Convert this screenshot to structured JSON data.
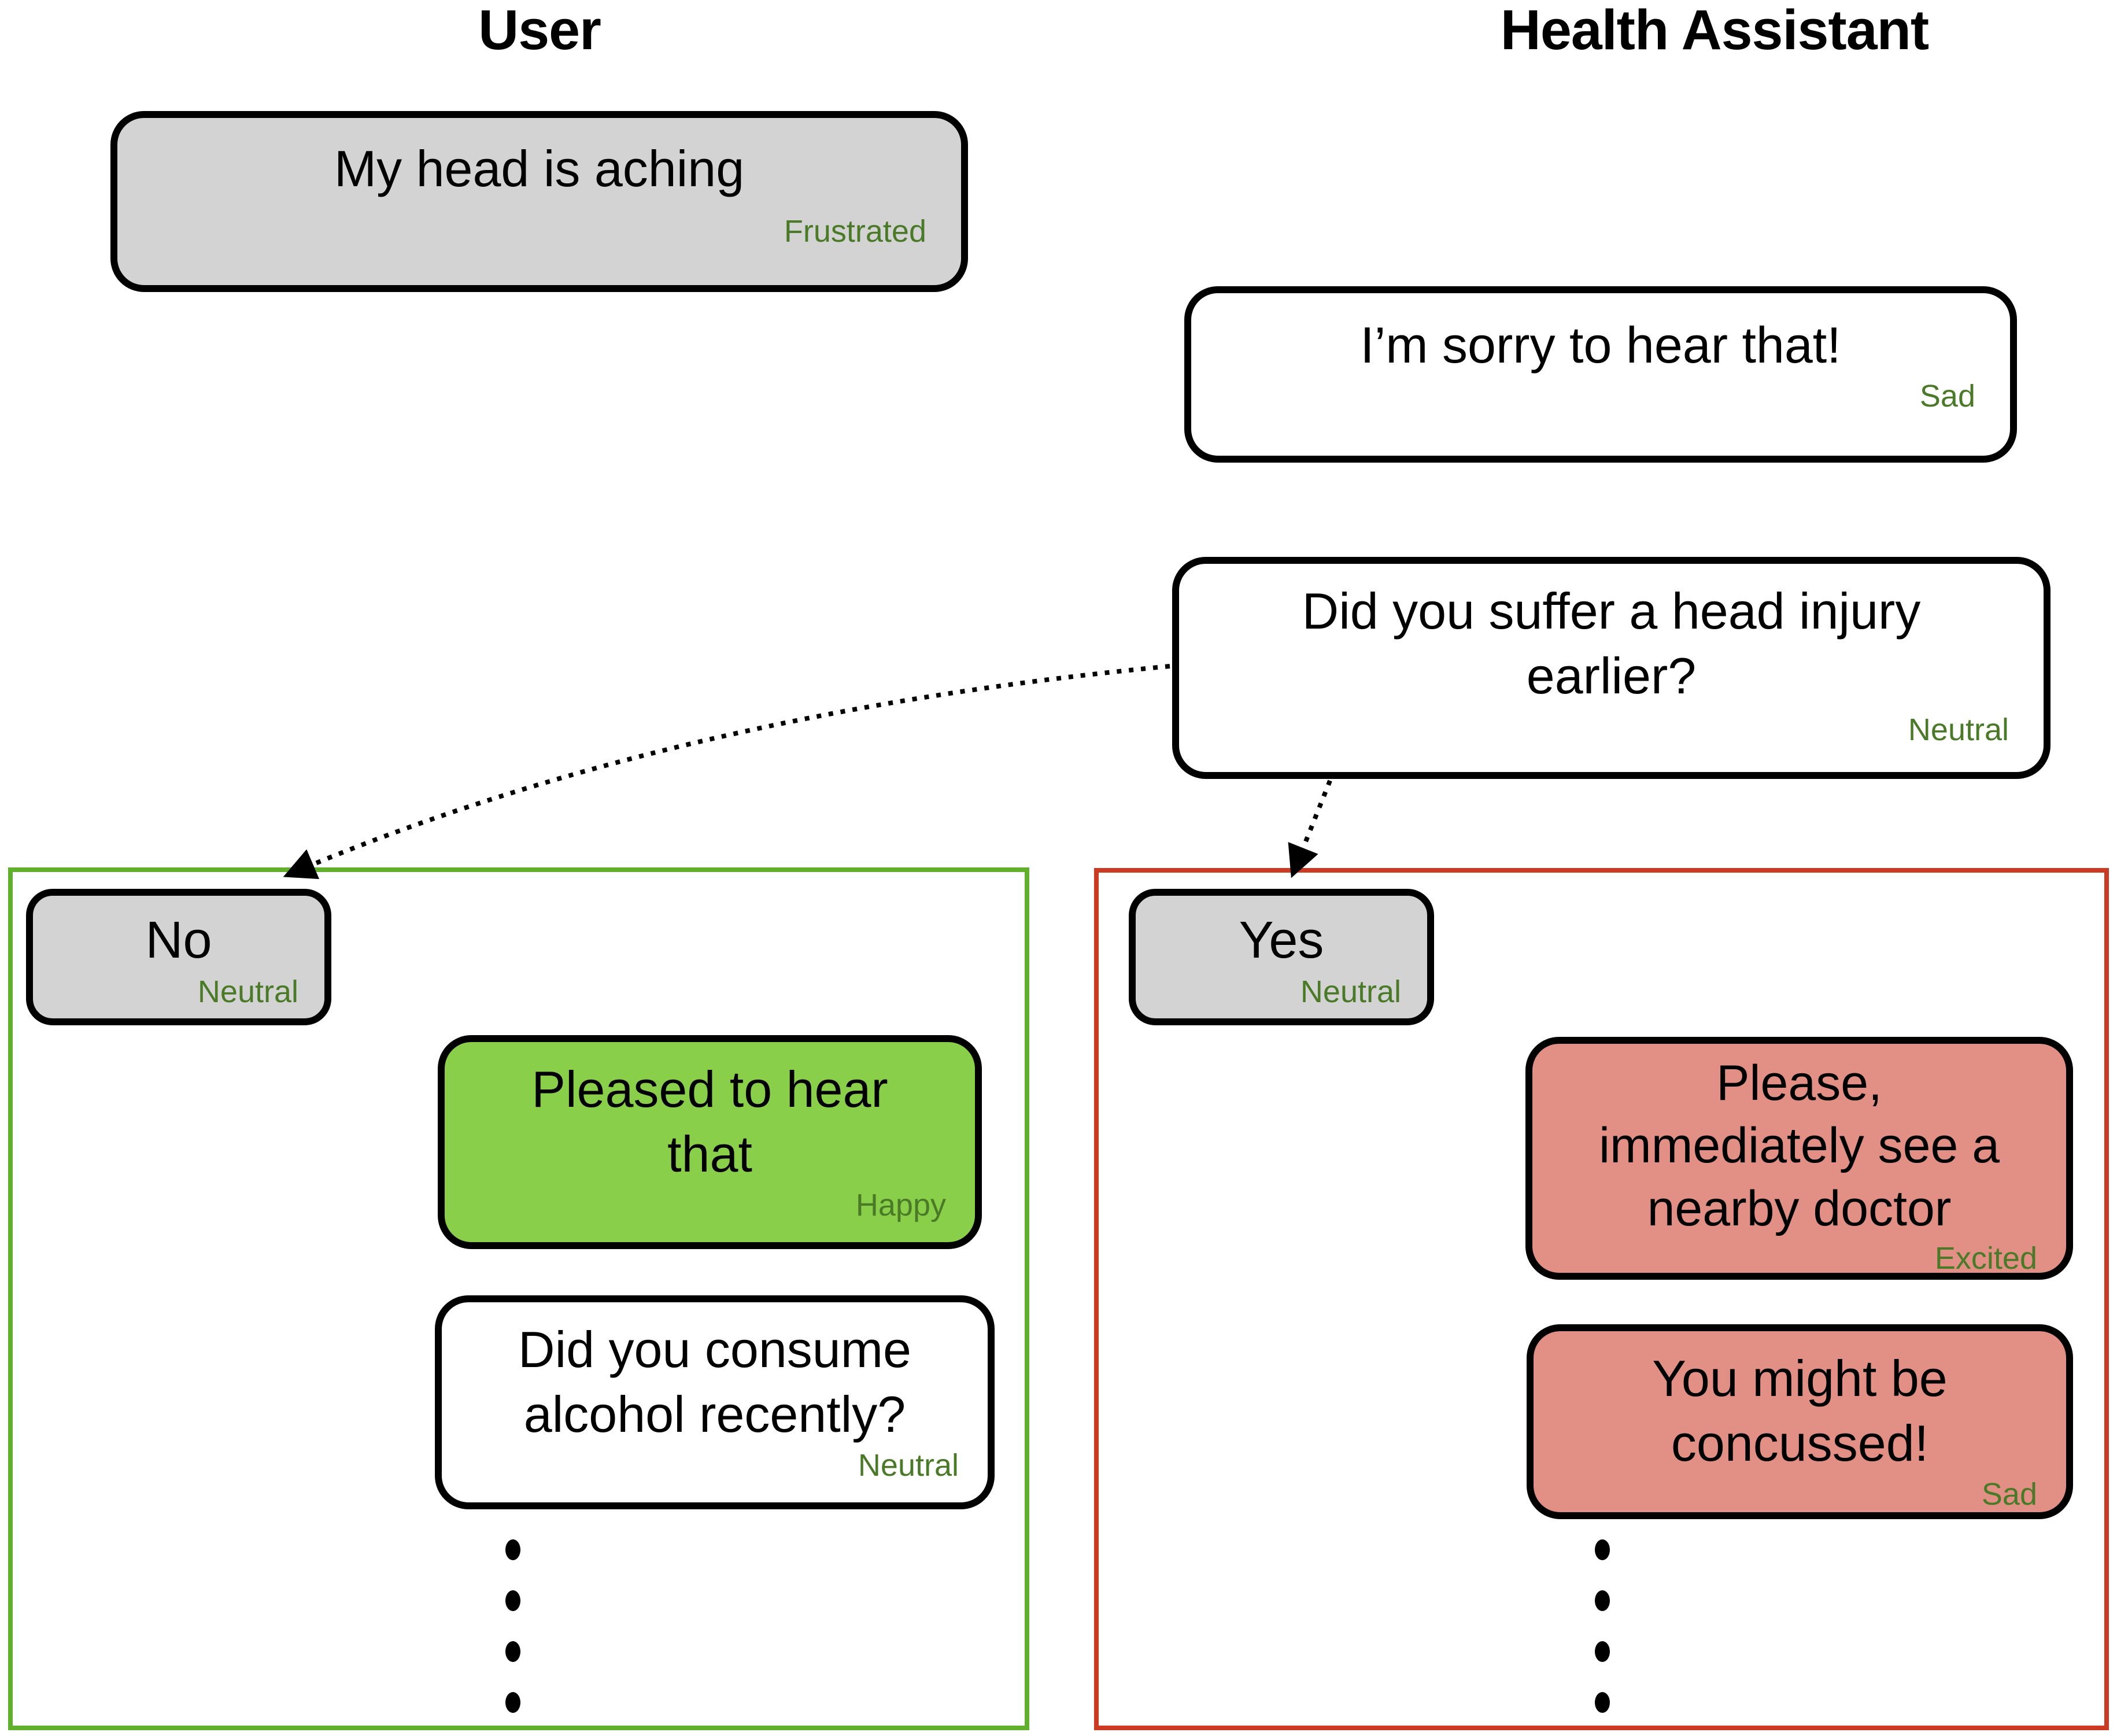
{
  "header": {
    "user_title": "User",
    "assistant_title": "Health Assistant"
  },
  "main_thread": {
    "user_msg": {
      "text": "My head is aching",
      "emotion": "Frustrated"
    },
    "assistant_msg1": {
      "text": "I’m sorry to hear that!",
      "emotion": "Sad"
    },
    "assistant_msg2": {
      "text": "Did you suffer a head injury\nearlier?",
      "emotion": "Neutral"
    }
  },
  "no_branch": {
    "answer": {
      "text": "No",
      "emotion": "Neutral"
    },
    "assistant_reply": {
      "text": "Pleased to hear\nthat",
      "emotion": "Happy"
    },
    "assistant_followup": {
      "text": "Did you consume\nalcohol recently?",
      "emotion": "Neutral"
    }
  },
  "yes_branch": {
    "answer": {
      "text": "Yes",
      "emotion": "Neutral"
    },
    "assistant_reply": {
      "text": "Please,\nimmediately see a\nnearby doctor",
      "emotion": "Excited"
    },
    "assistant_followup": {
      "text": "You might be\nconcussed!",
      "emotion": "Sad"
    }
  },
  "colors": {
    "user_bubble_fill": "#d3d3d3",
    "assistant_bubble_fill": "#ffffff",
    "positive_bubble_fill": "#89cf4a",
    "alert_bubble_fill": "#e28f85",
    "emotion_label_text": "#4a7a28",
    "no_branch_border": "#60b02e",
    "yes_branch_border": "#cd3a22",
    "bubble_border": "#000000"
  }
}
